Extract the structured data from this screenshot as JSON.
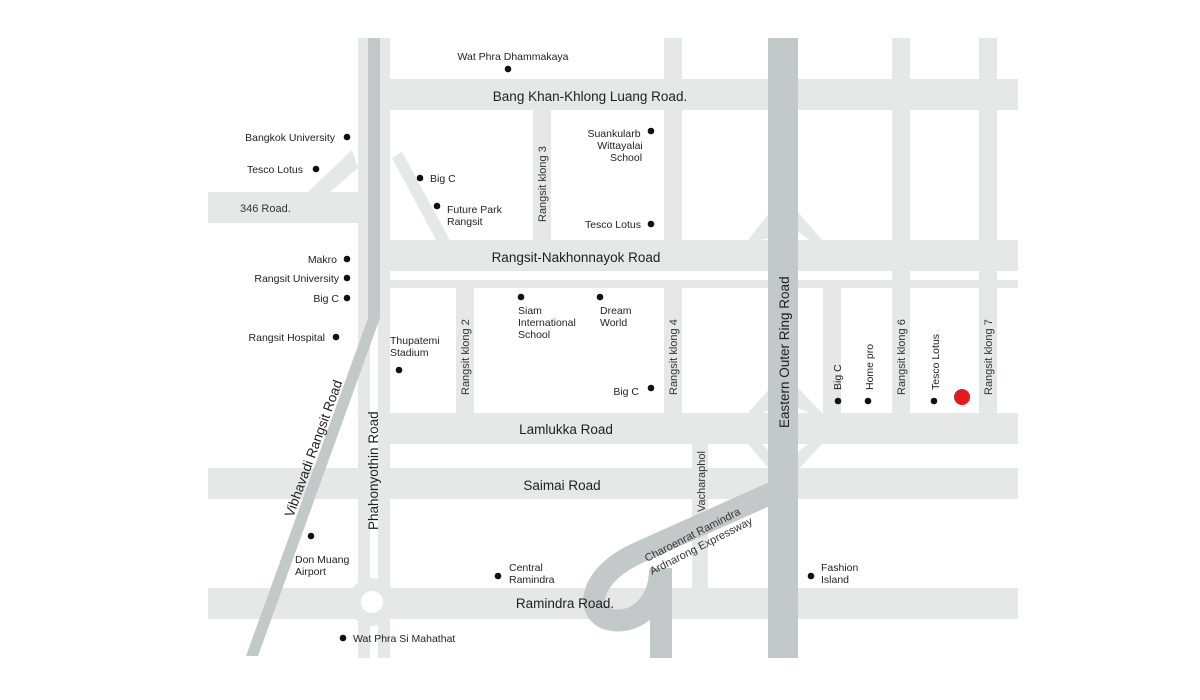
{
  "roads": {
    "bang_khan": "Bang Khan-Khlong Luang Road.",
    "road_346": "346 Road.",
    "rangsit_nakhonnayok": "Rangsit-Nakhonnayok Road",
    "lamlukka": "Lamlukka Road",
    "saimai": "Saimai Road",
    "ramindra": "Ramindra Road.",
    "vibhavadi": "Vibhavadi Rangsit Road",
    "phahonyothin": "Phahonyothin Road",
    "eastern_outer_ring": "Eastern Outer Ring Road",
    "klong2": "Rangsit klong 2",
    "klong3": "Rangsit klong 3",
    "klong4": "Rangsit klong 4",
    "klong6": "Rangsit klong 6",
    "klong7": "Rangsit klong 7",
    "vacharaphol": "Vacharaphol",
    "expressway_l1": "Charoenrat Ramindra",
    "expressway_l2": "Ardnarong Expressway"
  },
  "places": {
    "wat_dhammakaya": "Wat Phra Dhammakaya",
    "bangkok_university": "Bangkok University",
    "tesco_lotus_west": "Tesco Lotus",
    "big_c_north": "Big C",
    "future_park_l1": "Future Park",
    "future_park_l2": "Rangsit",
    "suankularb_l1": "Suankularb",
    "suankularb_l2": "Wittayalai",
    "suankularb_l3": "School",
    "tesco_lotus_klong3": "Tesco Lotus",
    "makro": "Makro",
    "rangsit_university": "Rangsit University",
    "big_c_west": "Big C",
    "rangsit_hospital": "Rangsit Hospital",
    "thupatemi_l1": "Thupatemi",
    "thupatemi_l2": "Stadium",
    "siam_l1": "Siam",
    "siam_l2": "International",
    "siam_l3": "School",
    "dream_l1": "Dream",
    "dream_l2": "World",
    "big_c_klong4": "Big C",
    "big_c_east": "Big C",
    "home_pro": "Home pro",
    "tesco_lotus_east": "Tesco Lotus",
    "don_muang_l1": "Don Muang",
    "don_muang_l2": "Airport",
    "central_l1": "Central",
    "central_l2": "Ramindra",
    "fashion_l1": "Fashion",
    "fashion_l2": "Island",
    "wat_mahathat": "Wat Phra Si Mahathat"
  },
  "colors": {
    "minor_road": "#e6e8e8",
    "major_road": "#c3c8c9",
    "text": "#1f1f1f",
    "location_marker": "#e3191e"
  }
}
